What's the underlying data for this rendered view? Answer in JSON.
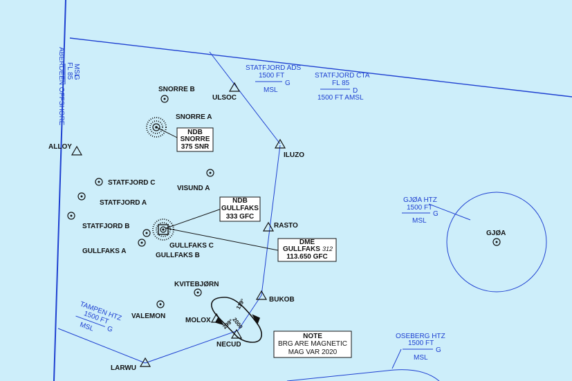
{
  "colors": {
    "background": "#cdeefa",
    "airspace": "#1d3fd0",
    "symbol": "#111111",
    "box_fill": "#ffffff"
  },
  "airspace_labels": {
    "aberdeen": {
      "name": "ABERDEEN OFFSHORE",
      "upper": "FL 85",
      "lower": "MSL",
      "class": "G"
    },
    "statfjord_ads": {
      "name": "STATFJORD ADS",
      "upper": "1500 FT",
      "lower": "MSL",
      "class": "G"
    },
    "statfjord_cta": {
      "name": "STATFJORD CTA",
      "upper": "FL 85",
      "class": "D",
      "lower": "1500 FT AMSL"
    },
    "gjoa_htz": {
      "name": "GJØA HTZ",
      "upper": "1500 FT",
      "lower": "MSL",
      "class": "G"
    },
    "tampen_htz": {
      "name": "TAMPEN HTZ",
      "upper": "1500 FT",
      "lower": "MSL",
      "class": "G"
    },
    "oseberg_htz": {
      "name": "OSEBERG HTZ",
      "upper": "1500 FT",
      "lower": "MSL",
      "class": "G"
    }
  },
  "waypoints": {
    "ulsoc": "ULSOC",
    "iluzo": "ILUZO",
    "alloy": "ALLOY",
    "rasto": "RASTO",
    "bukob": "BUKOB",
    "molox": "MOLOX",
    "necud": "NECUD",
    "larwu": "LARWU"
  },
  "installations": {
    "snorre_b": "SNORRE B",
    "snorre_a": "SNORRE A",
    "visund_a": "VISUND A",
    "statfjord_c": "STATFJORD C",
    "statfjord_a": "STATFJORD A",
    "statfjord_b": "STATFJORD B",
    "gullfaks_a": "GULLFAKS A",
    "gullfaks_b": "GULLFAKS B",
    "gullfaks_c": "GULLFAKS C",
    "kvitebjorn": "KVITEBJØRN",
    "valemon": "VALEMON",
    "gjoa": "GJØA"
  },
  "navaids": {
    "snorre_ndb": {
      "type": "NDB",
      "name": "SNORRE",
      "freq": "375 SNR"
    },
    "gullfaks_ndb": {
      "type": "NDB",
      "name": "GULLFAKS",
      "freq": "333 GFC"
    },
    "gullfaks_dme": {
      "type": "DME",
      "name": "GULLFAKS",
      "bearing": "312",
      "freq": "113.650 GFC"
    }
  },
  "holding": {
    "inbound": "119°",
    "outbound": "299°",
    "altitude": "2000"
  },
  "note": {
    "title": "NOTE",
    "line1": "BRG ARE MAGNETIC",
    "line2": "MAG VAR 2020"
  }
}
